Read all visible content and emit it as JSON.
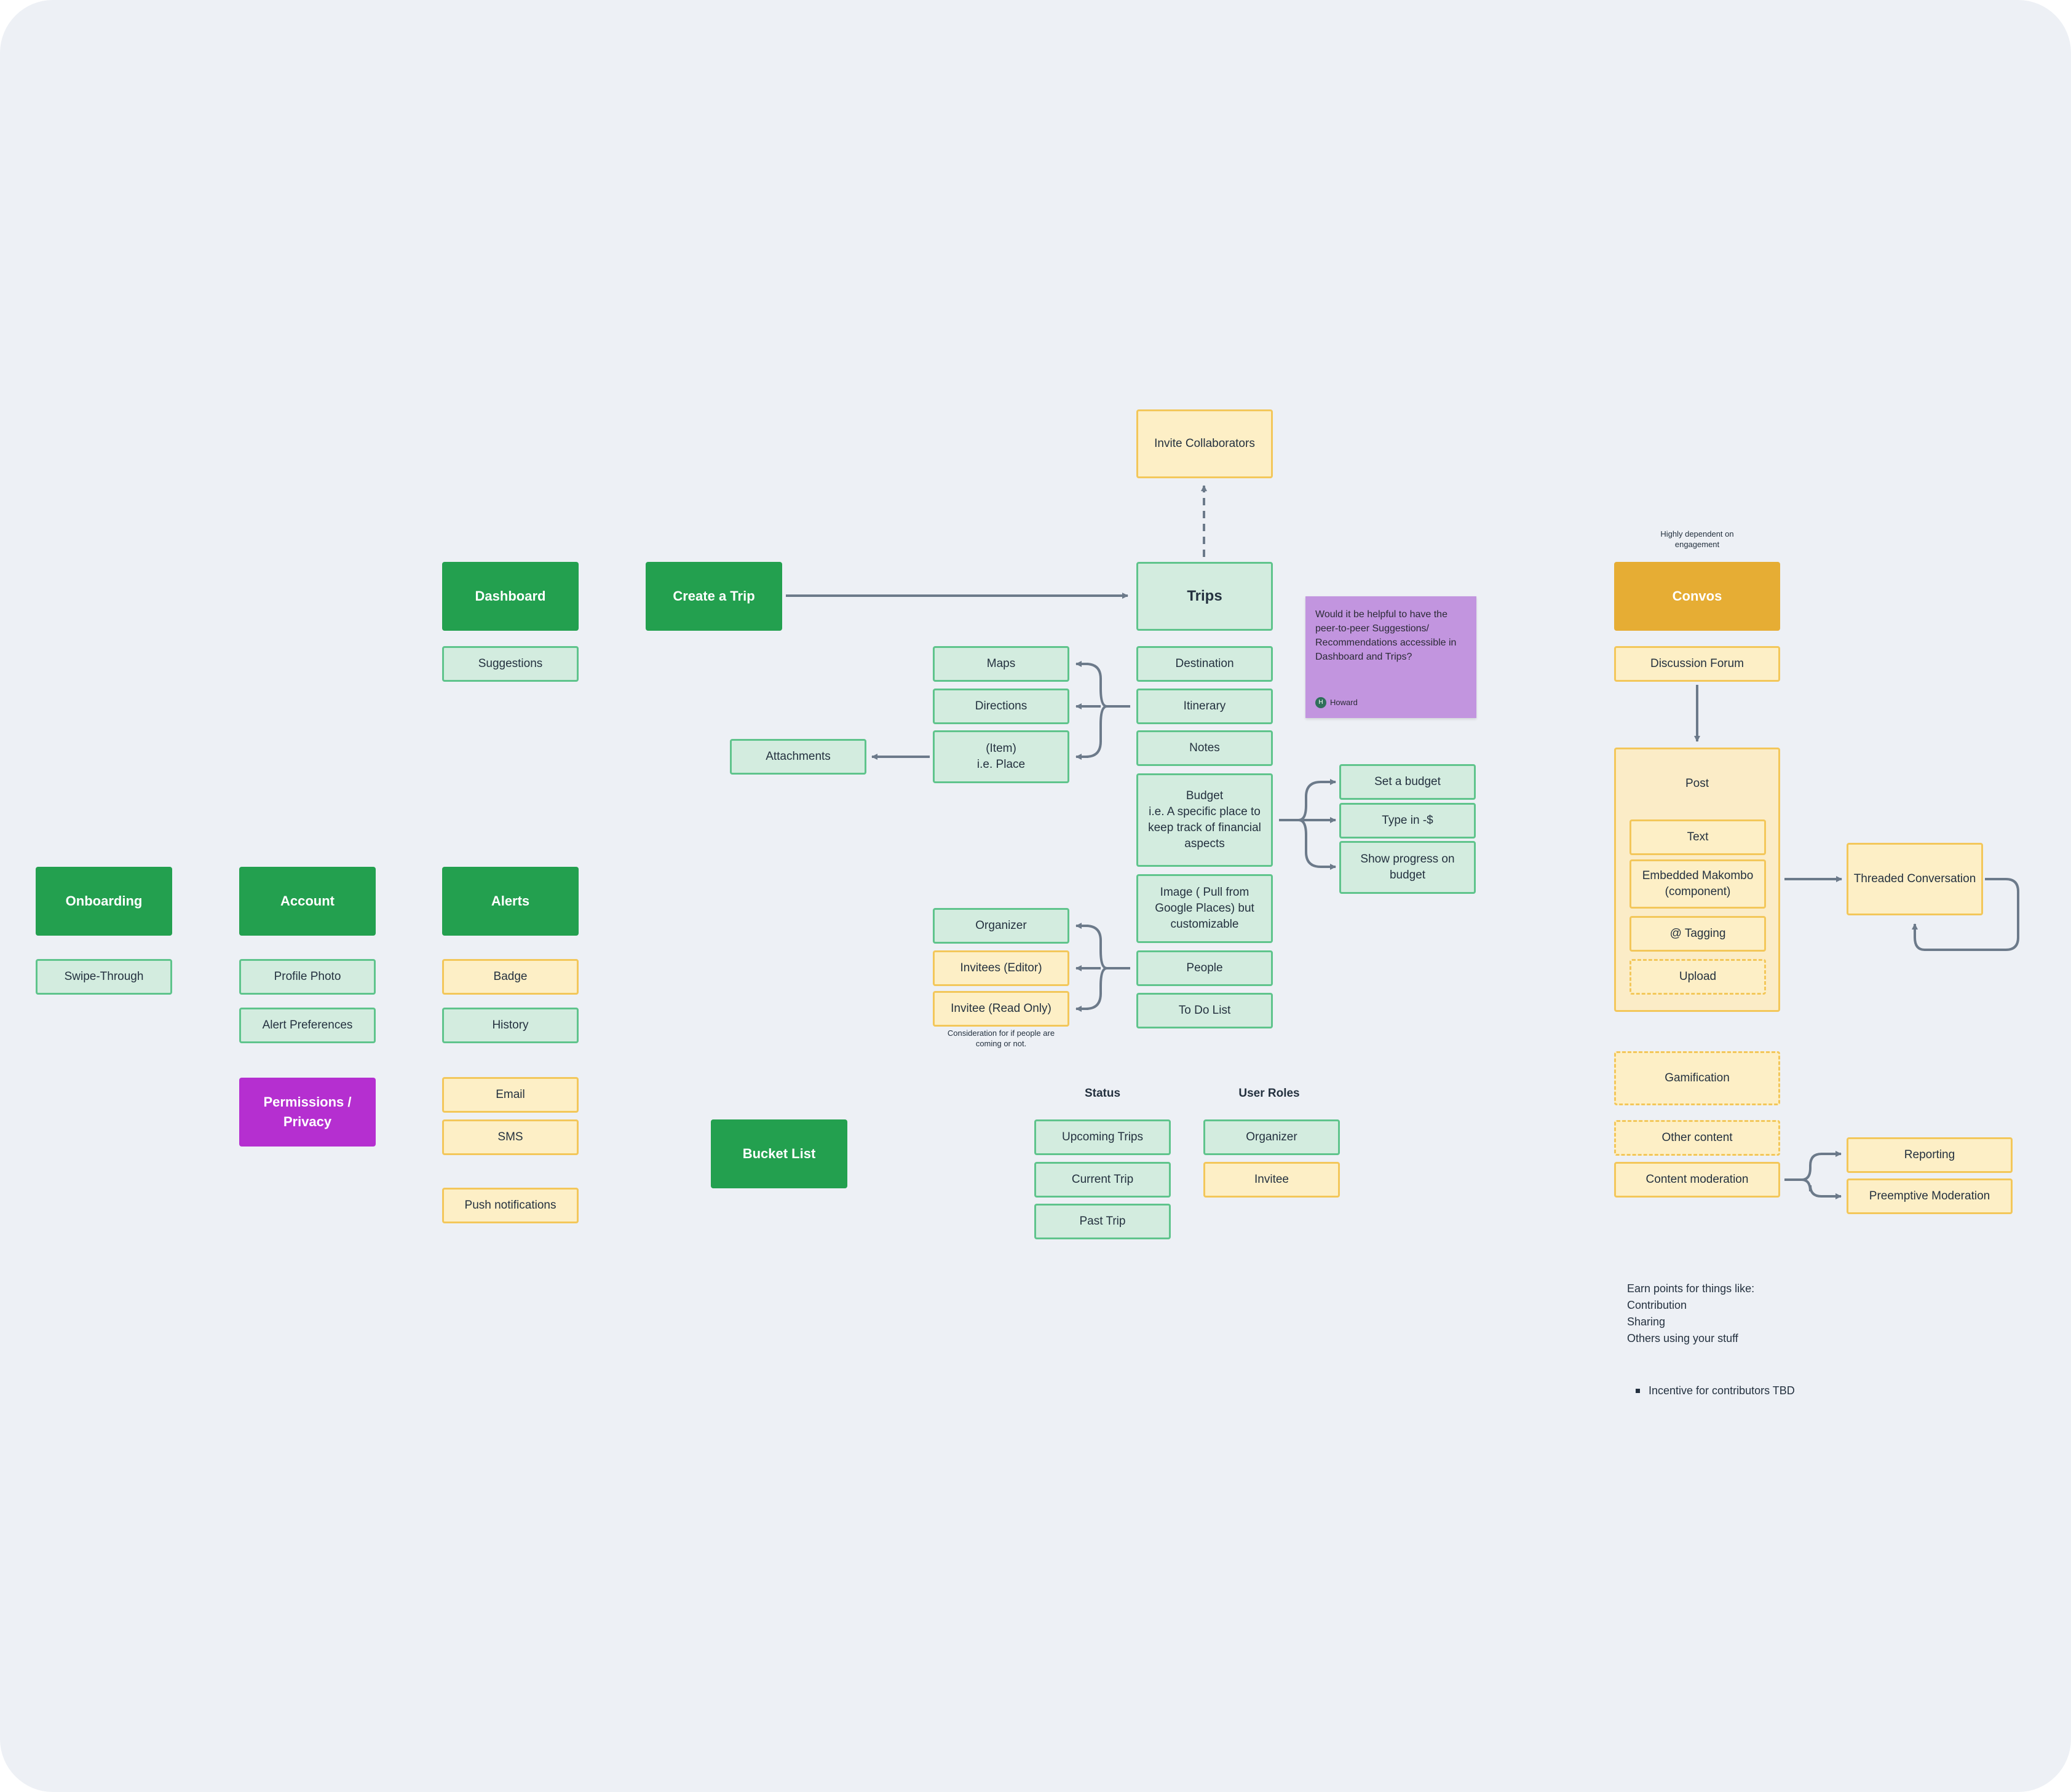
{
  "nodes": {
    "invite_collaborators": "Invite Collaborators",
    "dashboard": "Dashboard",
    "create_trip": "Create a Trip",
    "trips": "Trips",
    "suggestions": "Suggestions",
    "maps": "Maps",
    "directions": "Directions",
    "item_place": "(Item)\ni.e. Place",
    "attachments": "Attachments",
    "destination": "Destination",
    "itinerary": "Itinerary",
    "notes": "Notes",
    "budget": "Budget\ni.e. A specific place to keep track of financial aspects",
    "set_budget": "Set a budget",
    "type_in": "Type in -$",
    "show_progress": "Show progress on budget",
    "image": "Image ( Pull from Google Places) but customizable",
    "organizer": "Organizer",
    "invitees_editor": "Invitees (Editor)",
    "invitee_readonly": "Invitee (Read Only)",
    "people": "People",
    "todo": "To Do List",
    "onboarding": "Onboarding",
    "swipe_through": "Swipe-Through",
    "account": "Account",
    "profile_photo": "Profile Photo",
    "alert_preferences": "Alert Preferences",
    "permissions": "Permissions / Privacy",
    "alerts": "Alerts",
    "badge": "Badge",
    "history": "History",
    "email": "Email",
    "sms": "SMS",
    "push": "Push notifications",
    "bucket_list": "Bucket List",
    "upcoming": "Upcoming Trips",
    "current": "Current Trip",
    "past": "Past Trip",
    "role_organizer": "Organizer",
    "role_invitee": "Invitee",
    "convos": "Convos",
    "discussion": "Discussion Forum",
    "text": "Text",
    "embedded": "Embedded Makombo (component)",
    "tagging": "@ Tagging",
    "upload": "Upload",
    "threaded": "Threaded Conversation",
    "gamification": "Gamification",
    "other_content": "Other content",
    "content_moderation": "Content moderation",
    "reporting": "Reporting",
    "preemptive": "Preemptive Moderation"
  },
  "labels": {
    "status": "Status",
    "user_roles": "User Roles",
    "post": "Post",
    "highly_dependent": "Highly dependent on engagement",
    "consideration": "Consideration for if people are coming or not."
  },
  "sticky": {
    "text": "Would it be helpful to have the peer-to-peer Suggestions/ Recommendations accessible in Dashboard and Trips?",
    "author": "Howard",
    "author_initial": "H"
  },
  "notes_block": {
    "lines": [
      "Earn points for things like:",
      "Contribution",
      "Sharing",
      "Others using your stuff"
    ],
    "bullet": "Incentive for contributors TBD"
  },
  "colors": {
    "canvas": "#edf0f5",
    "green_dark": "#23a04f",
    "green_light": "#d3ecdf",
    "yellow_light": "#fdefc6",
    "orange": "#e6ad34",
    "magenta": "#b52fd0",
    "purple_sticky": "#c295df",
    "connector": "#6c7a8a"
  }
}
